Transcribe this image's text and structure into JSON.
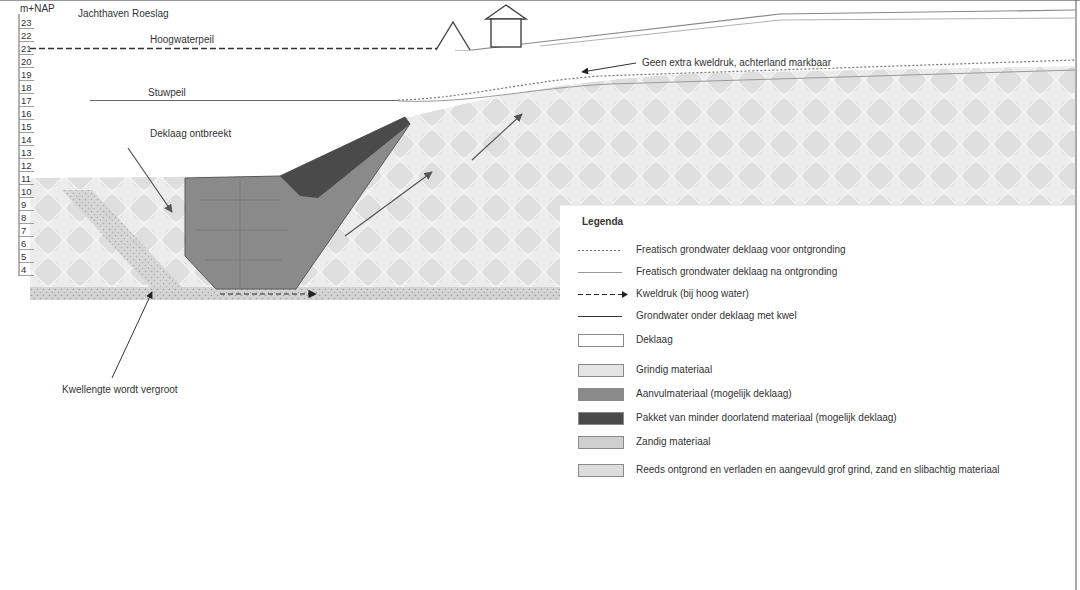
{
  "diagram": {
    "labels": [
      "m+NAP",
      "23",
      "22",
      "21",
      "20",
      "19",
      "18",
      "17",
      "16",
      "15",
      "14",
      "13",
      "12",
      "11",
      "10",
      "9",
      "8",
      "7",
      "6",
      "5",
      "4",
      "Jachthaven Roeslag",
      "Hoogwaterpeil",
      "Stuwpeil",
      "Deklaag ontbreekt",
      "Geen extra kweldruk, achterland markbaar",
      "Kwellengte wordt vergroot",
      "Legenda"
    ],
    "legend": [
      {
        "text": "Freatisch grondwater deklaag voor ontgronding"
      },
      {
        "text": "Freatisch grondwater deklaag na ontgronding"
      },
      {
        "text": "Kweldruk (bij hoog water)"
      },
      {
        "text": "Grondwater onder deklaag met kwel"
      },
      {
        "text": "Deklaag",
        "color": "#ffffff"
      },
      {
        "text": "Grindig materiaal",
        "color": "#e4e4e4"
      },
      {
        "text": "Aanvulmateriaal (mogelijk deklaag)",
        "color": "#8a8a8a"
      },
      {
        "text": "Pakket van minder doorlatend materiaal (mogelijk deklaag)",
        "color": "#4a4a4a"
      },
      {
        "text": "Zandig materiaal",
        "color": "#cfcfcf"
      },
      {
        "text": "Reeds ontgrond en verladen en aangevuld grof grind, zand en slibachtig materiaal",
        "color": "#dcdcdc"
      }
    ]
  }
}
